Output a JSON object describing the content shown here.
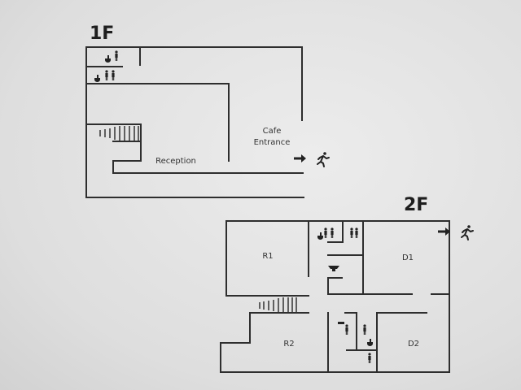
{
  "floors": [
    {
      "label": "1F",
      "rooms": {
        "reception": "Reception",
        "cafe_line1": "Cafe",
        "cafe_line2": "Entrance"
      }
    },
    {
      "label": "2F",
      "rooms": {
        "r1": "R1",
        "r2": "R2",
        "d1": "D1",
        "d2": "D2"
      }
    }
  ],
  "icons": [
    "toilet-icon",
    "male-female-icon",
    "sink-icon",
    "exit-arrow-icon",
    "running-person-icon",
    "stairs-icon"
  ],
  "colors": {
    "wall": "#2e2e2e",
    "background": "#e2e2e2"
  }
}
